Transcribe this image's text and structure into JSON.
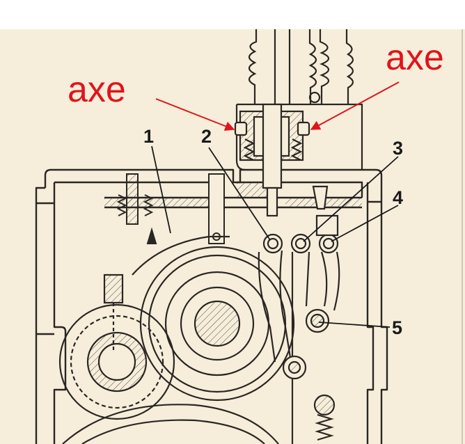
{
  "annotations": {
    "left_label": "axe",
    "right_label": "axe",
    "color": "#e0141b"
  },
  "part_numbers": [
    "1",
    "2",
    "3",
    "4",
    "5"
  ],
  "colors": {
    "paper": "#f6eedb",
    "ink": "#2a2622"
  }
}
